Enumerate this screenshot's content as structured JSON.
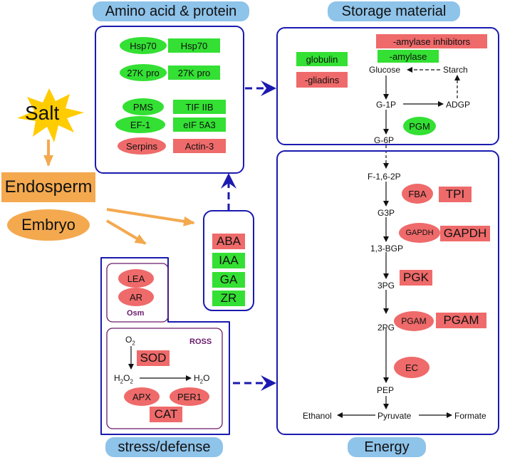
{
  "titles": {
    "amino": "Amino acid & protein",
    "storage": "Storage material",
    "stress": "stress/defense",
    "energy": "Energy"
  },
  "left": {
    "salt": "Salt",
    "endosperm": "Endosperm",
    "embryo": "Embryo"
  },
  "amino_panel": {
    "hsp70_embryo": "Hsp70",
    "hsp70_endo": "Hsp70",
    "pro27k_embryo": "27K pro",
    "pro27k_endo": "27K pro",
    "pms": "PMS",
    "tif2b": "TIF IIB",
    "ef1": "EF-1",
    "eif5a3": "eIF 5A3",
    "serpins": "Serpins",
    "actin3": "Actin-3"
  },
  "hormones": {
    "aba": "ABA",
    "iaa": "IAA",
    "ga": "GA",
    "zr": "ZR"
  },
  "storage_panel": {
    "amylase_inhibitors": "-amylase inhibitors",
    "amylase": "-amylase",
    "globulin": "globulin",
    "gliadins": "-gliadins",
    "glucose": "Glucose",
    "starch": "Starch",
    "g1p": "G-1P",
    "adgp": "ADGP",
    "pgm": "PGM",
    "g6p": "G-6P"
  },
  "stress_panel": {
    "lea": "LEA",
    "ar": "AR",
    "osm": "Osm",
    "o2": "O",
    "o2_sub": "2",
    "ross": "ROSS",
    "sod": "SOD",
    "h2o2_h": "H",
    "h2o2_sub1": "2",
    "h2o2_o": "O",
    "h2o2_sub2": "2",
    "h2o_h": "H",
    "h2o_sub": "2",
    "h2o_o": "O",
    "apx": "APX",
    "per1": "PER1",
    "cat": "CAT"
  },
  "energy_panel": {
    "f16": "F-1,6-2P",
    "fba": "FBA",
    "tpi": "TPI",
    "g3p": "G3P",
    "gapdh_embryo": "GAPDH",
    "gapdh_endo": "GAPDH",
    "bgp": "1,3-BGP",
    "pgk": "PGK",
    "pg3": "3PG",
    "pgam_embryo": "PGAM",
    "pgam_endo": "PGAM",
    "pg2": "2PG",
    "ec": "EC",
    "pep": "PEP",
    "ethanol": "Ethanol",
    "pyruvate": "Pyruvate",
    "formate": "Formate"
  },
  "colors": {
    "title_bg": "#8ec3ea",
    "panel_border": "#1a1ab0",
    "green": "#33e033",
    "red": "#ef6a6a",
    "orange": "#f4a94f",
    "salt": "#ffcc00",
    "purple": "#6a1a6a"
  }
}
